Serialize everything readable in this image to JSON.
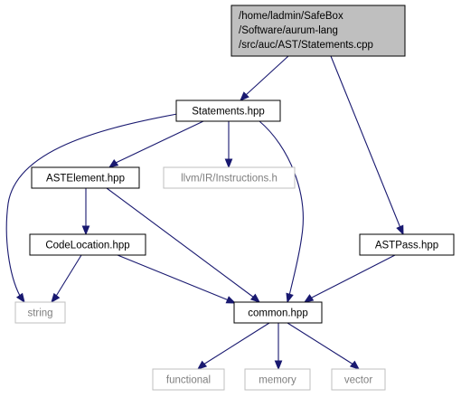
{
  "colors": {
    "edge": "#191970",
    "root_fill": "#bfbfbf",
    "node_fill": "#ffffff",
    "node_stroke": "#000000",
    "external_stroke": "#bfbfbf",
    "external_text": "#7f7f7f",
    "text": "#000000"
  },
  "nodes": [
    {
      "id": "root",
      "label": [
        "/home/ladmin/SafeBox",
        "/Software/aurum-lang",
        "/src/auc/AST/Statements.cpp"
      ],
      "kind": "root"
    },
    {
      "id": "statements_hpp",
      "label": [
        "Statements.hpp"
      ],
      "kind": "normal"
    },
    {
      "id": "astelement_hpp",
      "label": [
        "ASTElement.hpp"
      ],
      "kind": "normal"
    },
    {
      "id": "instructions_h",
      "label": [
        "llvm/IR/Instructions.h"
      ],
      "kind": "external"
    },
    {
      "id": "codelocation_hpp",
      "label": [
        "CodeLocation.hpp"
      ],
      "kind": "normal"
    },
    {
      "id": "astpass_hpp",
      "label": [
        "ASTPass.hpp"
      ],
      "kind": "normal"
    },
    {
      "id": "string",
      "label": [
        "string"
      ],
      "kind": "external"
    },
    {
      "id": "common_hpp",
      "label": [
        "common.hpp"
      ],
      "kind": "normal"
    },
    {
      "id": "functional",
      "label": [
        "functional"
      ],
      "kind": "external"
    },
    {
      "id": "memory",
      "label": [
        "memory"
      ],
      "kind": "external"
    },
    {
      "id": "vector",
      "label": [
        "vector"
      ],
      "kind": "external"
    }
  ],
  "edges": [
    {
      "from": "root",
      "to": "statements_hpp"
    },
    {
      "from": "root",
      "to": "astpass_hpp"
    },
    {
      "from": "statements_hpp",
      "to": "astelement_hpp"
    },
    {
      "from": "statements_hpp",
      "to": "instructions_h"
    },
    {
      "from": "statements_hpp",
      "to": "string"
    },
    {
      "from": "statements_hpp",
      "to": "common_hpp"
    },
    {
      "from": "astelement_hpp",
      "to": "codelocation_hpp"
    },
    {
      "from": "astelement_hpp",
      "to": "common_hpp"
    },
    {
      "from": "codelocation_hpp",
      "to": "string"
    },
    {
      "from": "codelocation_hpp",
      "to": "common_hpp"
    },
    {
      "from": "astpass_hpp",
      "to": "common_hpp"
    },
    {
      "from": "common_hpp",
      "to": "functional"
    },
    {
      "from": "common_hpp",
      "to": "memory"
    },
    {
      "from": "common_hpp",
      "to": "vector"
    }
  ]
}
